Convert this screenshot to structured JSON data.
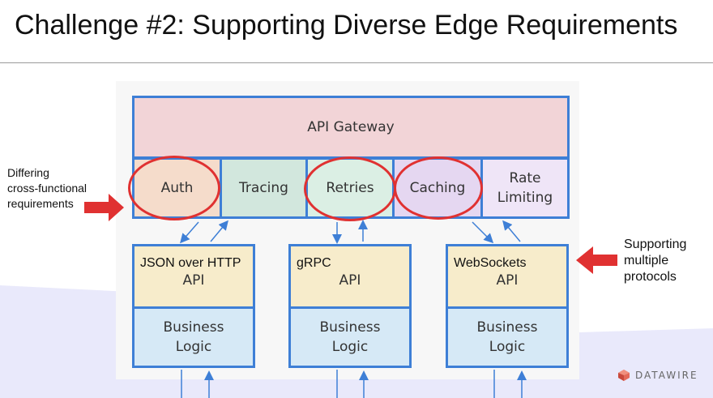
{
  "title": "Challenge #2: Supporting Diverse Edge Requirements",
  "gateway_label": "API Gateway",
  "features": [
    {
      "label": "Auth",
      "color": "#f5dccb",
      "circled": true
    },
    {
      "label": "Tracing",
      "color": "#d2e7dd",
      "circled": false
    },
    {
      "label": "Retries",
      "color": "#dbefe4",
      "circled": true
    },
    {
      "label": "Caching",
      "color": "#e5d7f1",
      "circled": true
    },
    {
      "label": "Rate\nLimiting",
      "color": "#efe5f7",
      "circled": false
    }
  ],
  "services": [
    {
      "protocol": "JSON over HTTP",
      "api_label": "API",
      "logic_label": "Business\nLogic"
    },
    {
      "protocol": "gRPC",
      "api_label": "API",
      "logic_label": "Business\nLogic"
    },
    {
      "protocol": "WebSockets",
      "api_label": "API",
      "logic_label": "Business\nLogic"
    }
  ],
  "annotations": {
    "left": "Differing\ncross-functional\nrequirements",
    "right": "Supporting\nmultiple\nprotocols"
  },
  "brand": "DATAWIRE",
  "colors": {
    "border": "#3e7fd6",
    "highlight": "#e03131",
    "api_fill": "#f7eccb",
    "logic_fill": "#d6e9f6",
    "gateway_fill": "#f2d4d7",
    "background_shape": "#e9e9fb"
  }
}
